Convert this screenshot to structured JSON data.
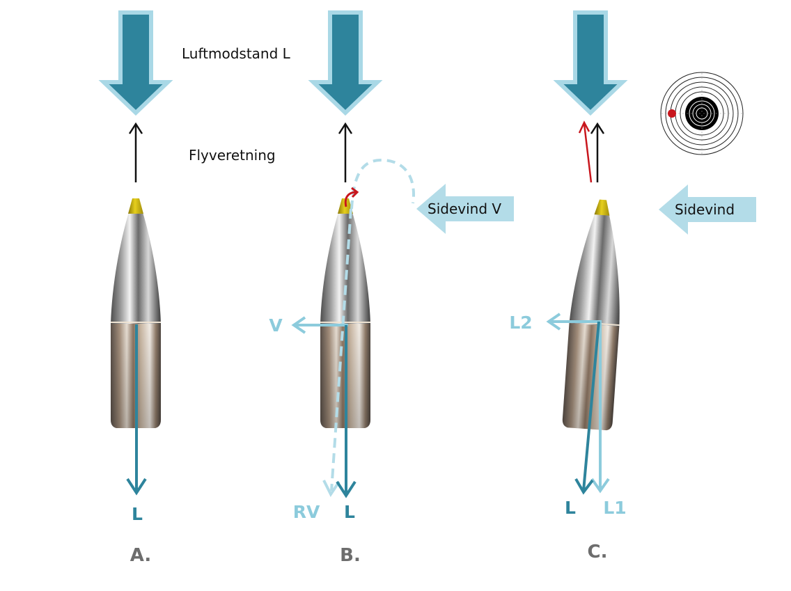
{
  "labels": {
    "drag": "Luftmodstand L",
    "flight_direction": "Flyveretning",
    "crosswind_b": "Sidevind V",
    "crosswind_c": "Sidevind"
  },
  "panels": [
    {
      "id": "A",
      "caption": "A.",
      "vectors": {
        "drag": "L"
      }
    },
    {
      "id": "B",
      "caption": "B.",
      "vectors": {
        "wind": "V",
        "resultant": "RV",
        "drag": "L"
      }
    },
    {
      "id": "C",
      "caption": "C.",
      "vectors": {
        "lateral": "L2",
        "drag": "L",
        "axial": "L1"
      }
    }
  ],
  "colors": {
    "drag_arrow_fill": "#2e849c",
    "drag_arrow_outline": "#a9d8e6",
    "wind_arrow_fill": "#b3dce8",
    "vector_dark": "#2e849c",
    "vector_light": "#8ccbdc",
    "flight_arrow": "#111111",
    "deflection": "#c8161d",
    "caption": "#6d6d6d",
    "bullet_tip": "#c9b20f"
  }
}
